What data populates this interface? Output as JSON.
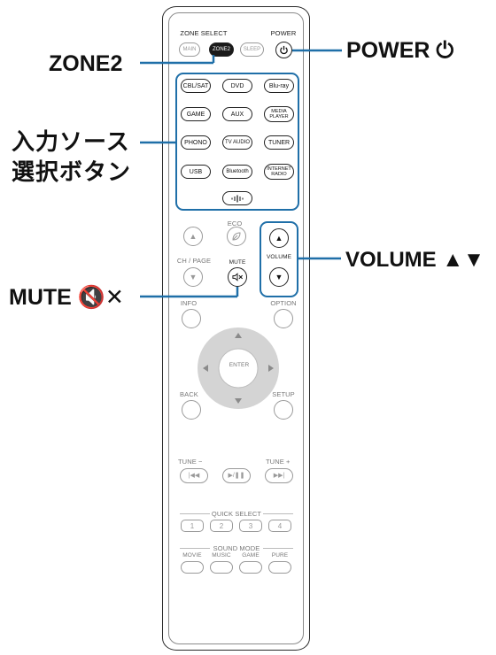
{
  "remote": {
    "zone_select_label": "ZONE SELECT",
    "power_label": "POWER",
    "zone_buttons": [
      "MAIN",
      "ZONE2",
      "SLEEP"
    ],
    "input_buttons": [
      {
        "label": "CBL/SAT"
      },
      {
        "label": "DVD"
      },
      {
        "label": "Blu-ray"
      },
      {
        "label": "GAME"
      },
      {
        "label": "AUX"
      },
      {
        "label_line1": "MEDIA",
        "label_line2": "PLAYER"
      },
      {
        "label": "PHONO"
      },
      {
        "label": "TV AUDIO"
      },
      {
        "label": "TUNER"
      },
      {
        "label": "USB"
      },
      {
        "label": "Bluetooth"
      },
      {
        "label_line1": "INTERNET",
        "label_line2": "RADIO"
      }
    ],
    "eco_label": "ECO",
    "ch_page_label": "CH / PAGE",
    "mute_label": "MUTE",
    "volume_label": "VOLUME",
    "info_label": "INFO",
    "option_label": "OPTION",
    "enter_label": "ENTER",
    "back_label": "BACK",
    "setup_label": "SETUP",
    "tune_minus_label": "TUNE −",
    "tune_plus_label": "TUNE +",
    "quick_select_label": "QUICK SELECT",
    "quick_select_buttons": [
      "1",
      "2",
      "3",
      "4"
    ],
    "sound_mode_label": "SOUND MODE",
    "sound_mode_buttons": [
      "MOVIE",
      "MUSIC",
      "GAME",
      "PURE"
    ]
  },
  "callouts": {
    "zone2": "ZONE2",
    "power": "POWER ⏻",
    "input_line1": "入力ソース",
    "input_line2": "選択ボタン",
    "volume": "VOLUME ▲▼",
    "mute": "MUTE 🔇✕"
  },
  "colors": {
    "highlight": "#1f6fa8",
    "outline": "#222222",
    "inactive": "#9a9a9a"
  }
}
